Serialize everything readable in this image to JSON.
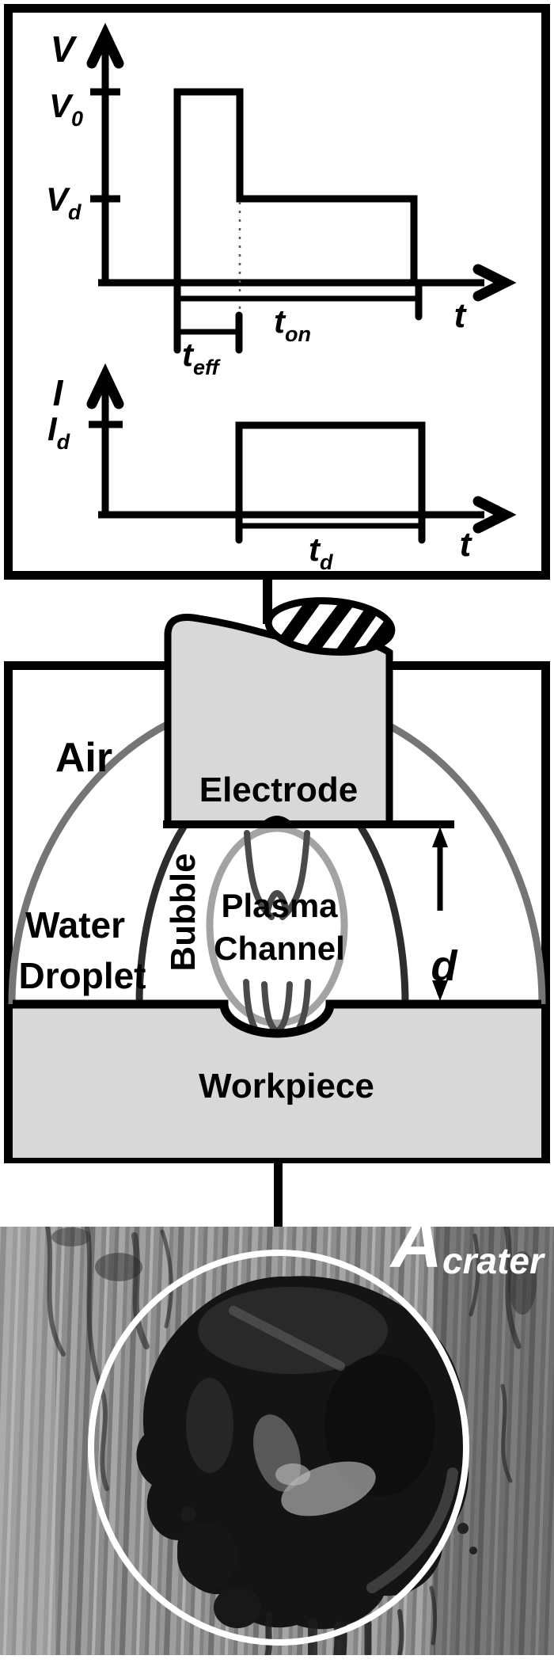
{
  "figure": {
    "pulse_panel": {
      "voltage_plot": {
        "y_axis_label": "V",
        "open_voltage": {
          "main": "V",
          "sub": "0"
        },
        "discharge_voltage": {
          "main": "V",
          "sub": "d"
        },
        "x_axis_label": "t",
        "pulse_on_time": {
          "main": "t",
          "sub": "on"
        },
        "effective_time": {
          "main": "t",
          "sub": "eff"
        }
      },
      "current_plot": {
        "y_axis_label": "I",
        "discharge_current": {
          "main": "I",
          "sub": "d"
        },
        "x_axis_label": "t",
        "discharge_duration": {
          "main": "t",
          "sub": "d"
        }
      }
    },
    "schematic_panel": {
      "air_label": "Air",
      "electrode_label": "Electrode",
      "bubble_label": "Bubble",
      "plasma_label_line1": "Plasma",
      "plasma_label_line2": "Channel",
      "water_label_line1": "Water",
      "water_label_line2": "Droplet",
      "workpiece_label": "Workpiece",
      "gap_label": "d"
    },
    "micrograph_panel": {
      "crater_area_label": {
        "main": "A",
        "sub": "crater"
      }
    },
    "colors": {
      "line_black": "#000000",
      "metal_fill": "#d8d8d8",
      "droplet_outline": "#757575",
      "bubble_outline": "#2d2d2d",
      "plasma_outline": "#a3a3a3",
      "discharge_lines": "#4a4a4a",
      "crater_circle": "#ffffff"
    }
  }
}
